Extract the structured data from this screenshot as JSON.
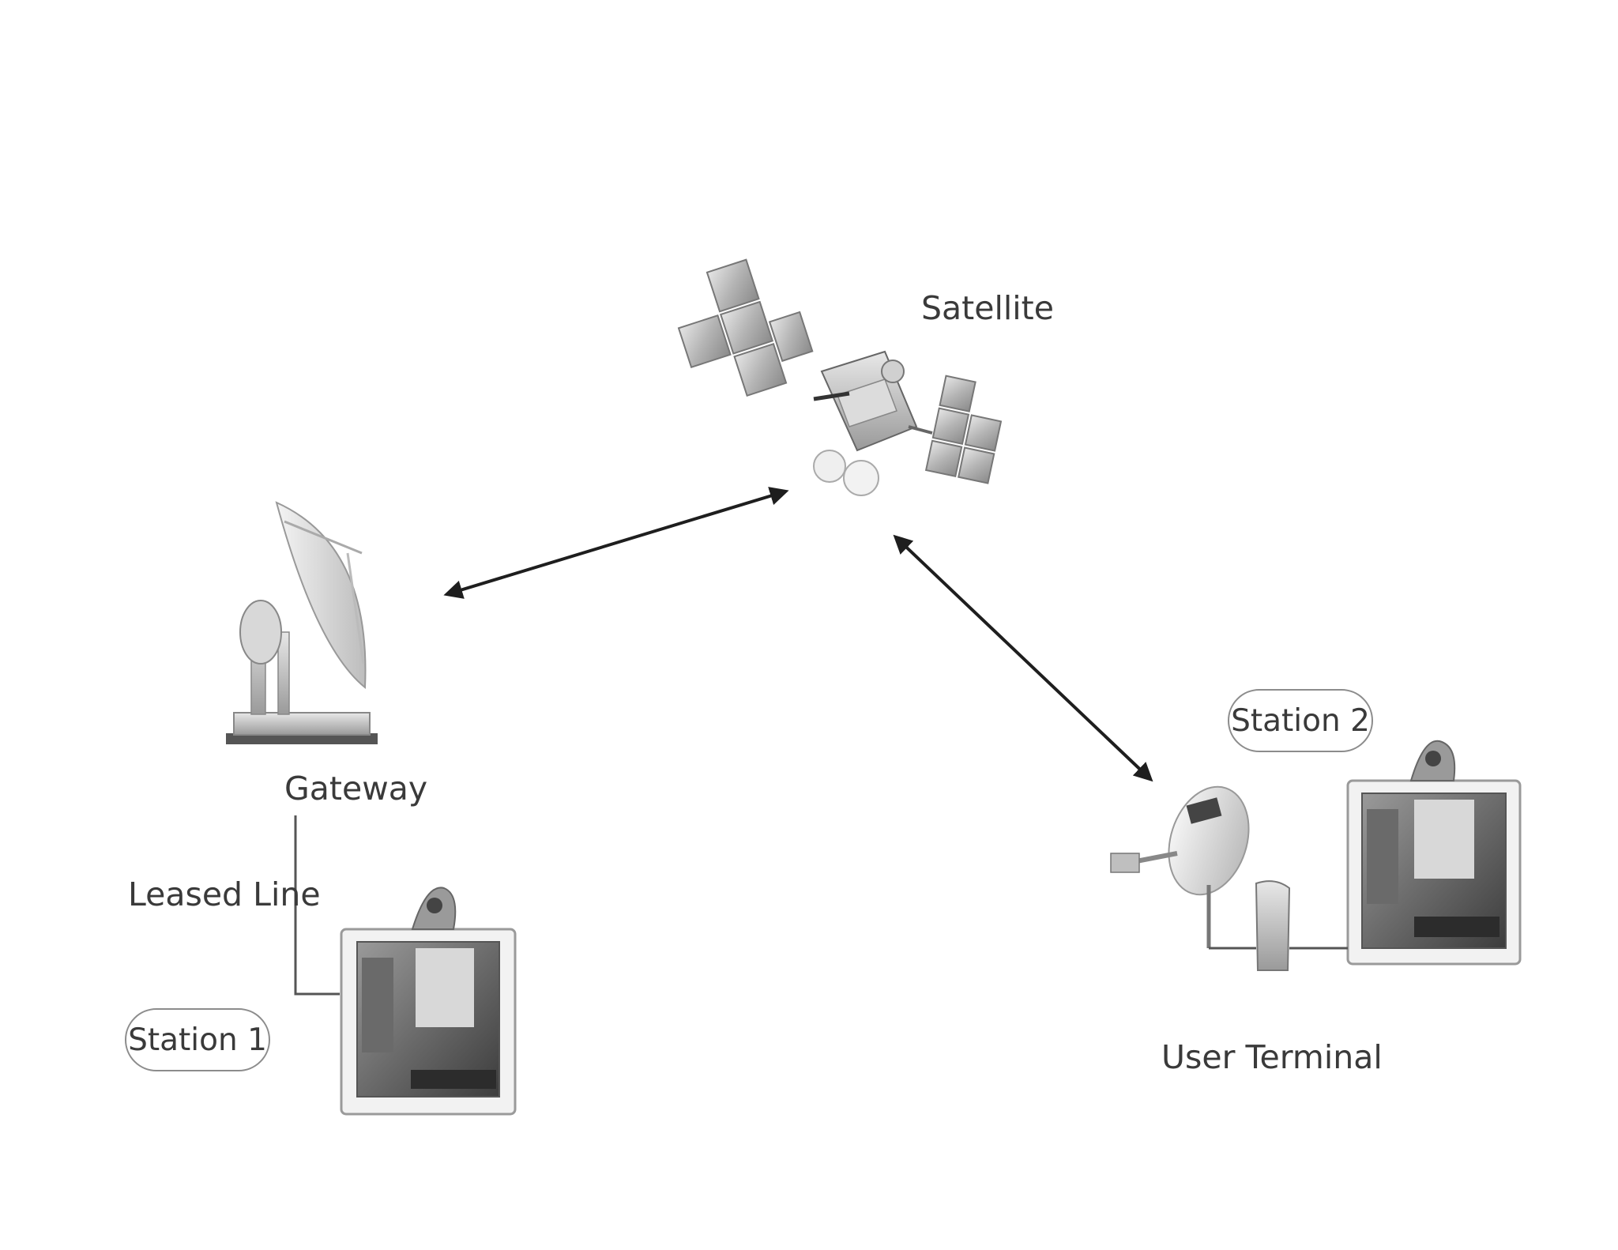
{
  "labels": {
    "satellite": "Satellite",
    "gateway": "Gateway",
    "leased_line": "Leased Line",
    "station_1": "Station 1",
    "station_2": "Station 2",
    "user_terminal": "User Terminal"
  },
  "colors": {
    "background": "#ffffff",
    "text": "#3a3a3a",
    "arrow": "#1e1e1e",
    "line": "#555555",
    "device_gray": "#c8c8c8"
  }
}
